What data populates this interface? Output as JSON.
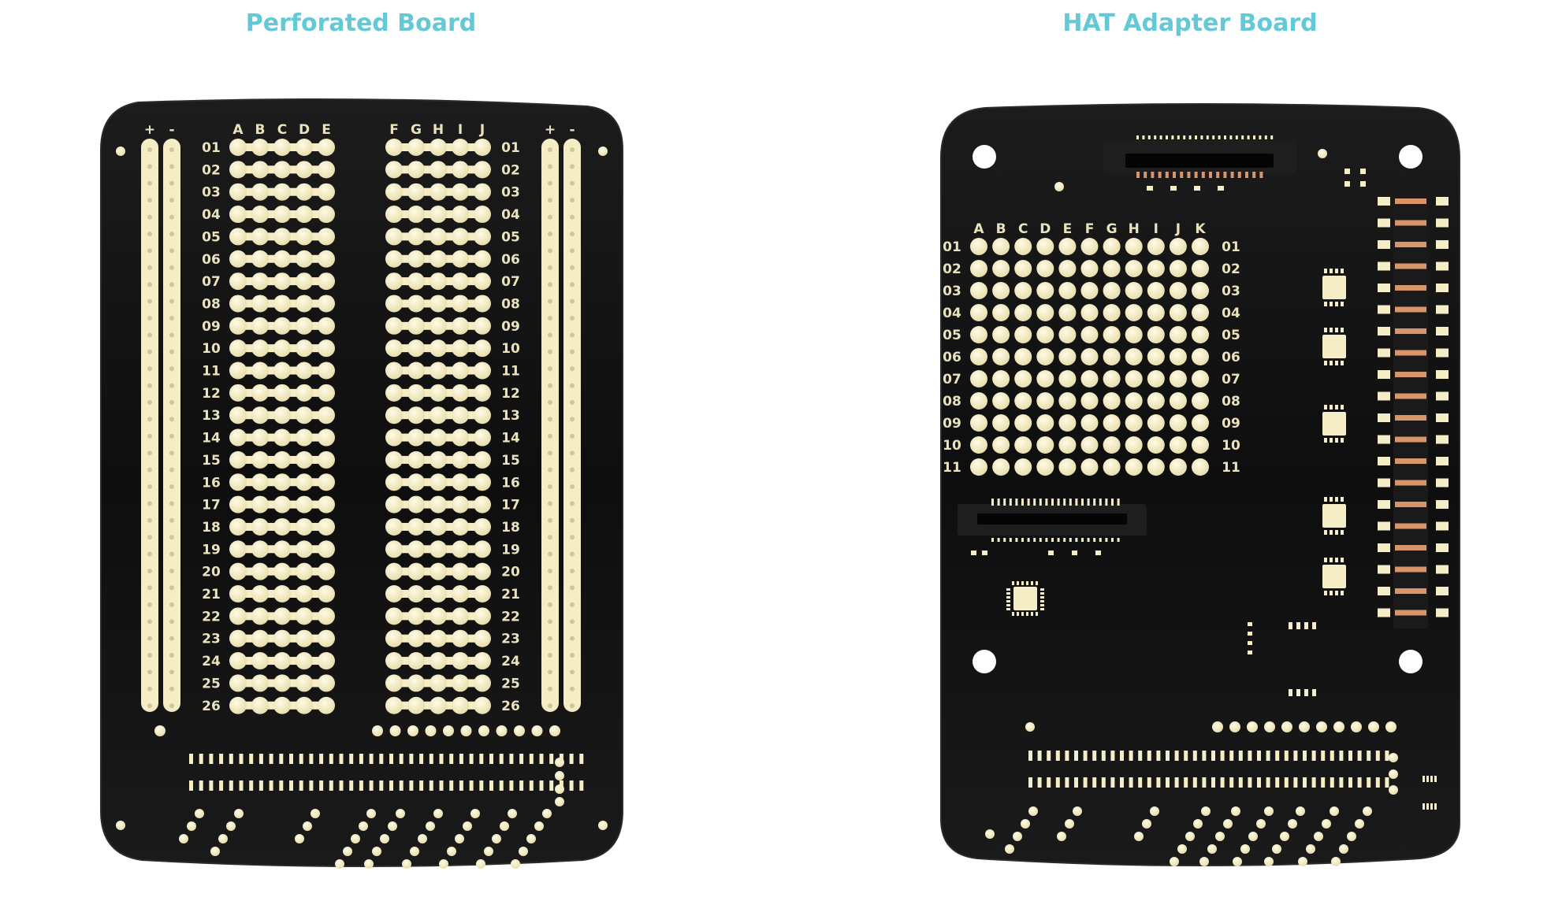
{
  "titles": {
    "left": "Perforated Board",
    "right": "HAT Adapter Board"
  },
  "perforated_board": {
    "rail_labels": [
      "+",
      "-"
    ],
    "left_columns": [
      "A",
      "B",
      "C",
      "D",
      "E"
    ],
    "right_columns": [
      "F",
      "G",
      "H",
      "I",
      "J"
    ],
    "rows": [
      "01",
      "02",
      "03",
      "04",
      "05",
      "06",
      "07",
      "08",
      "09",
      "10",
      "11",
      "12",
      "13",
      "14",
      "15",
      "16",
      "17",
      "18",
      "19",
      "20",
      "21",
      "22",
      "23",
      "24",
      "25",
      "26"
    ]
  },
  "hat_board": {
    "columns": [
      "A",
      "B",
      "C",
      "D",
      "E",
      "F",
      "G",
      "H",
      "I",
      "J",
      "K"
    ],
    "rows": [
      "01",
      "02",
      "03",
      "04",
      "05",
      "06",
      "07",
      "08",
      "09",
      "10",
      "11"
    ]
  },
  "colors": {
    "board": "#111111",
    "pad": "#f4edc5",
    "pad_shadow": "#cfc79a",
    "copper": "#d9956a",
    "label": "#e9e2bd",
    "title": "#63c9d6"
  }
}
